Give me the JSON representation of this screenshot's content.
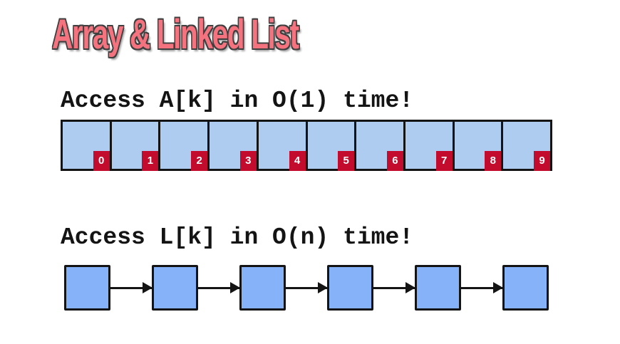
{
  "title": "Array & Linked List",
  "array_section": {
    "caption": "Access A[k] in O(1) time!",
    "indices": [
      "0",
      "1",
      "2",
      "3",
      "4",
      "5",
      "6",
      "7",
      "8",
      "9"
    ]
  },
  "linked_list_section": {
    "caption": "Access L[k] in O(n) time!",
    "node_count": 6
  },
  "colors": {
    "background": "#FFFFFF",
    "title_pink": "#F4737F",
    "title_outline": "#3F3F3F",
    "array_cell_fill": "#AECBF0",
    "badge_red": "#C30B2E",
    "badge_text": "#FFFFFF",
    "list_node_fill": "#85B2F8",
    "border_black": "#141414"
  }
}
